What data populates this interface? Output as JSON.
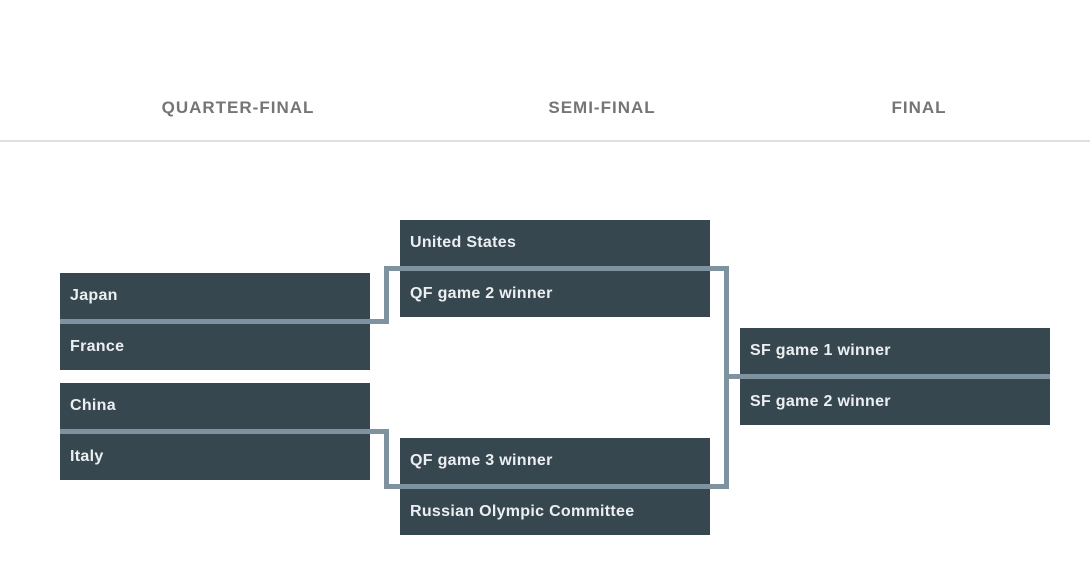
{
  "round_headers": [
    {
      "id": "quarter-final",
      "label": "QUARTER-FINAL"
    },
    {
      "id": "semi-final",
      "label": "SEMI-FINAL"
    },
    {
      "id": "final",
      "label": "FINAL"
    }
  ],
  "bracket": {
    "qf_game_2": {
      "top": "Japan",
      "bottom": "France"
    },
    "qf_game_3": {
      "top": "China",
      "bottom": "Italy"
    },
    "sf_game_1": {
      "top": "United States",
      "bottom": "QF game 2 winner"
    },
    "sf_game_2": {
      "top": "QF game 3 winner",
      "bottom": "Russian Olympic Committee"
    },
    "final": {
      "top": "SF game 1 winner",
      "bottom": "SF game 2 winner"
    }
  },
  "colors": {
    "background": "#FFFFFF",
    "team_box": "#37474F",
    "team_text": "#ECEFF1",
    "connector": "#7E929F",
    "header_text": "#757575",
    "header_rule": "#E0E0E0"
  }
}
